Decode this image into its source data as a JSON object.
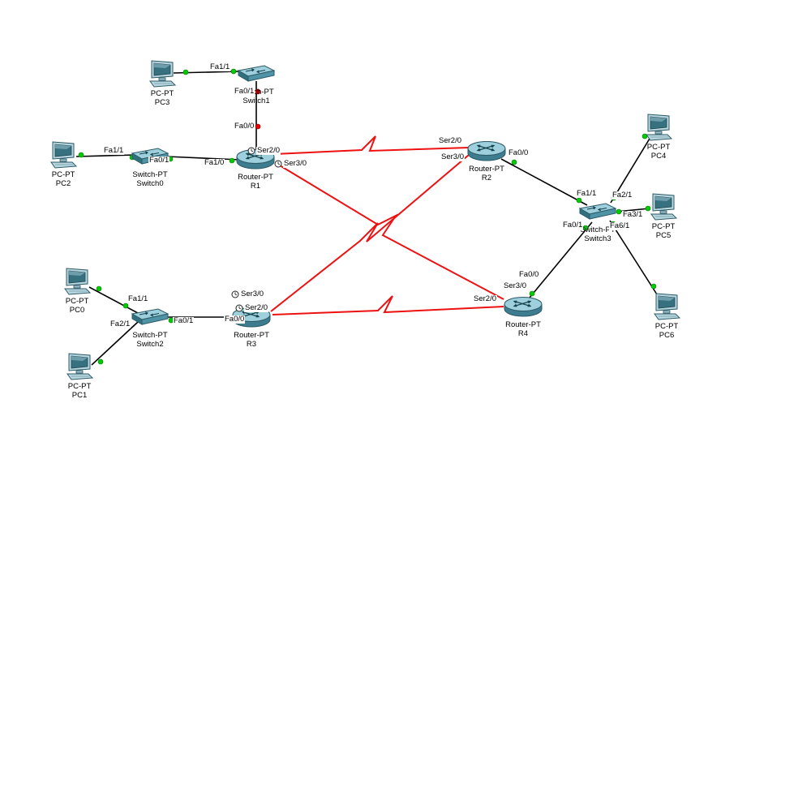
{
  "app": {
    "background_color": "#ffffff",
    "ethernet_link_color": "#000000",
    "serial_link_color": "#ee1111",
    "link_up_color": "#00cc00",
    "link_down_color": "#e60000"
  },
  "devices": {
    "pc0": {
      "model": "PC-PT",
      "name": "PC0"
    },
    "pc1": {
      "model": "PC-PT",
      "name": "PC1"
    },
    "pc2": {
      "model": "PC-PT",
      "name": "PC2"
    },
    "pc3": {
      "model": "PC-PT",
      "name": "PC3"
    },
    "pc4": {
      "model": "PC-PT",
      "name": "PC4"
    },
    "pc5": {
      "model": "PC-PT",
      "name": "PC5"
    },
    "pc6": {
      "model": "PC-PT",
      "name": "PC6"
    },
    "switch0": {
      "model": "Switch-PT",
      "name": "Switch0"
    },
    "switch1": {
      "model": "Switch-PT",
      "name": "Switch1"
    },
    "switch2": {
      "model": "Switch-PT",
      "name": "Switch2"
    },
    "switch3": {
      "model": "Switch-PT",
      "name": "Switch3"
    },
    "r1": {
      "model": "Router-PT",
      "name": "R1"
    },
    "r2": {
      "model": "Router-PT",
      "name": "R2"
    },
    "r3": {
      "model": "Router-PT",
      "name": "R3"
    },
    "r4": {
      "model": "Router-PT",
      "name": "R4"
    }
  },
  "links": [
    {
      "type": "ethernet",
      "a": "PC3",
      "b": "Switch1",
      "b_label": "Fa1/1",
      "status": "up"
    },
    {
      "type": "ethernet",
      "a": "Switch1",
      "b": "R1",
      "a_label": "Fa0/1",
      "b_label": "Fa0/0",
      "status": "down"
    },
    {
      "type": "ethernet",
      "a": "PC2",
      "b": "Switch0",
      "b_label": "Fa1/1",
      "status": "up"
    },
    {
      "type": "ethernet",
      "a": "Switch0",
      "b": "R1",
      "a_label": "Fa0/1",
      "b_label": "Fa1/0",
      "status": "up"
    },
    {
      "type": "serial-dce",
      "a": "R1",
      "b": "R2",
      "a_label": "Ser2/0",
      "b_label": "Ser2/0",
      "a_clock": true
    },
    {
      "type": "serial-dce",
      "a": "R1",
      "b": "R4",
      "a_label": "Ser3/0",
      "b_label": "Ser3/0",
      "a_clock": true
    },
    {
      "type": "serial-dce",
      "a": "R3",
      "b": "R2",
      "a_label": "Ser3/0",
      "b_label": "Ser3/0",
      "a_clock": true
    },
    {
      "type": "serial-dce",
      "a": "R3",
      "b": "R4",
      "a_label": "Ser2/0",
      "b_label": "Ser2/0",
      "a_clock": true
    },
    {
      "type": "ethernet",
      "a": "R2",
      "b": "Switch3",
      "a_label": "Fa0/0",
      "b_label": "Fa1/1",
      "status": "up"
    },
    {
      "type": "ethernet",
      "a": "R4",
      "b": "Switch3",
      "a_label": "Fa0/0",
      "b_label": "Fa0/1",
      "status": "up"
    },
    {
      "type": "ethernet",
      "a": "Switch3",
      "b": "PC4",
      "a_label": "Fa2/1",
      "status": "up"
    },
    {
      "type": "ethernet",
      "a": "Switch3",
      "b": "PC5",
      "a_label": "Fa3/1",
      "status": "up"
    },
    {
      "type": "ethernet",
      "a": "Switch3",
      "b": "PC6",
      "a_label": "Fa6/1",
      "status": "up"
    },
    {
      "type": "ethernet",
      "a": "PC0",
      "b": "Switch2",
      "b_label": "Fa1/1",
      "status": "up"
    },
    {
      "type": "ethernet",
      "a": "PC1",
      "b": "Switch2",
      "b_label": "Fa2/1",
      "status": "up"
    },
    {
      "type": "ethernet",
      "a": "Switch2",
      "b": "R3",
      "a_label": "Fa0/1",
      "b_label": "Fa0/0",
      "status": "up"
    }
  ]
}
